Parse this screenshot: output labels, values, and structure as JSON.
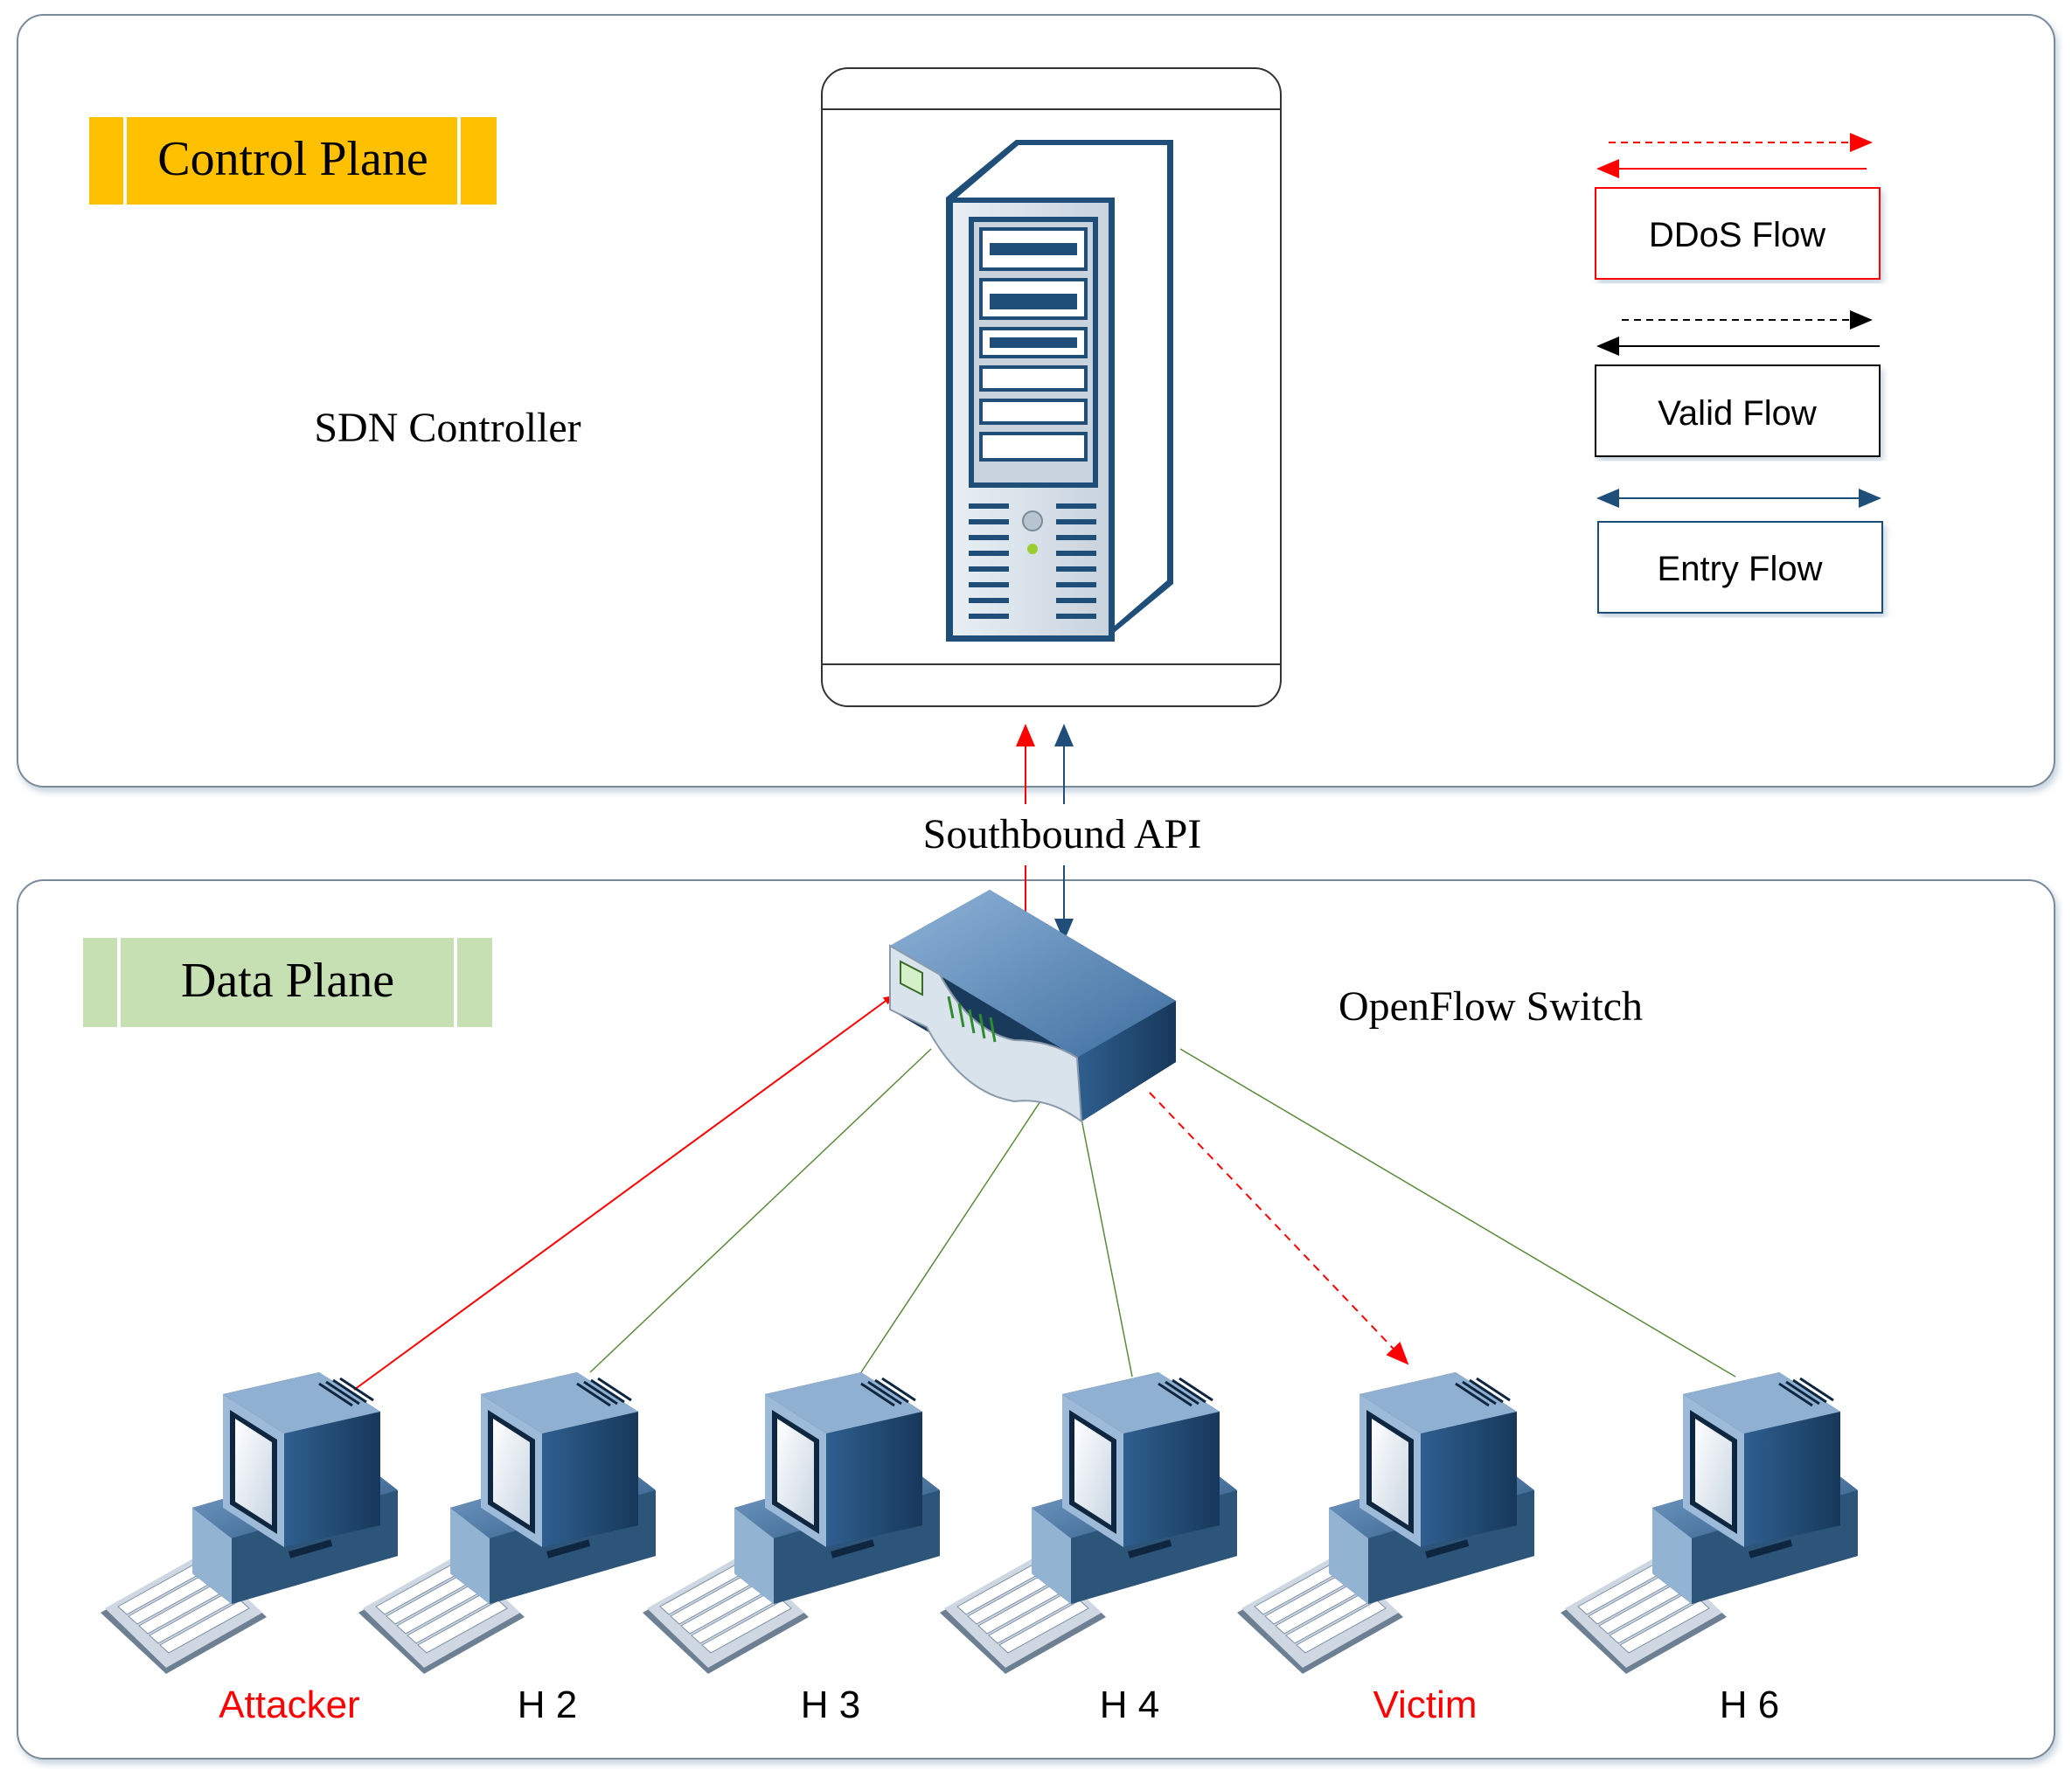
{
  "control_plane": {
    "label": "Control Plane",
    "controller_label": "SDN Controller",
    "label_color": "#FFC000"
  },
  "southbound_label": "Southbound API",
  "data_plane": {
    "label": "Data Plane",
    "switch_label": "OpenFlow Switch",
    "label_color": "#C6E0B4"
  },
  "legend": {
    "ddos": {
      "label": "DDoS Flow",
      "color": "#FF0000"
    },
    "valid": {
      "label": "Valid Flow",
      "color": "#000000"
    },
    "entry": {
      "label": "Entry Flow",
      "color": "#1F4E79"
    }
  },
  "hosts": [
    {
      "label": "Attacker",
      "color": "#FF0000",
      "icon": "desktop-computer-icon"
    },
    {
      "label": "H 2",
      "color": "#000000",
      "icon": "desktop-computer-icon"
    },
    {
      "label": "H 3",
      "color": "#000000",
      "icon": "desktop-computer-icon"
    },
    {
      "label": "H 4",
      "color": "#000000",
      "icon": "desktop-computer-icon"
    },
    {
      "label": "Victim",
      "color": "#FF0000",
      "icon": "desktop-computer-icon"
    },
    {
      "label": "H 6",
      "color": "#000000",
      "icon": "desktop-computer-icon"
    }
  ],
  "icons": {
    "controller": "server-tower-icon",
    "switch": "network-switch-icon"
  }
}
